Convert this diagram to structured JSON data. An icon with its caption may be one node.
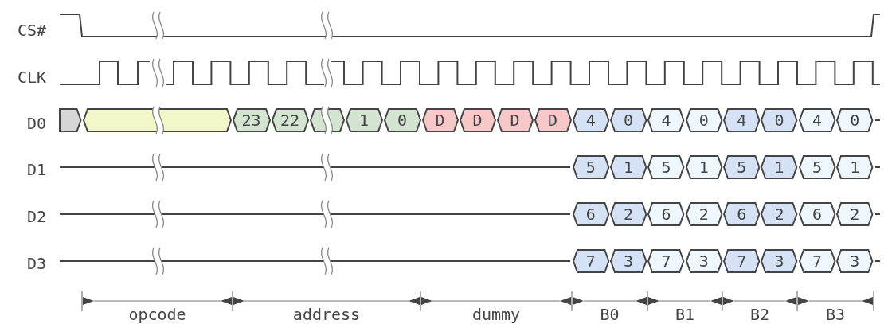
{
  "diagram": {
    "nodes": [
      {
        "text": [],
        "shape": "hexagon"
      },
      {
        "text": [],
        "shape": "hexagon"
      },
      {
        "text": [
          "23"
        ]
      },
      {
        "text": [
          "22"
        ]
      },
      {
        "text": [],
        "shape": "hexagon"
      },
      {
        "text": [
          "1"
        ]
      },
      {
        "text": [
          "0"
        ]
      },
      {
        "text": [
          "D"
        ]
      },
      {
        "text": [
          "D"
        ]
      },
      {
        "text": [
          "D"
        ]
      },
      {
        "text": [
          "D"
        ]
      },
      {
        "text": [
          "4"
        ]
      },
      {
        "text": [
          "0"
        ]
      },
      {
        "text": [
          "4"
        ]
      },
      {
        "text": [
          "0"
        ]
      },
      {
        "text": [
          "4"
        ]
      },
      {
        "text": [
          "0"
        ]
      },
      {
        "text": [
          "4"
        ]
      },
      {
        "text": [
          "0"
        ]
      },
      {
        "text": [
          "5"
        ]
      },
      {
        "text": [
          "1"
        ]
      },
      {
        "text": [
          "5"
        ]
      },
      {
        "text": [
          "1"
        ]
      },
      {
        "text": [
          "5"
        ]
      },
      {
        "text": [
          "1"
        ]
      },
      {
        "text": [
          "5"
        ]
      },
      {
        "text": [
          "1"
        ]
      },
      {
        "text": [
          "6"
        ]
      },
      {
        "text": [
          "2"
        ]
      },
      {
        "text": [
          "6"
        ]
      },
      {
        "text": [
          "2"
        ]
      },
      {
        "text": [
          "6"
        ]
      },
      {
        "text": [
          "2"
        ]
      },
      {
        "text": [
          "6"
        ]
      },
      {
        "text": [
          "2"
        ]
      },
      {
        "text": [
          "7"
        ]
      },
      {
        "text": [
          "3"
        ]
      },
      {
        "text": [
          "7"
        ]
      },
      {
        "text": [
          "3"
        ]
      },
      {
        "text": [
          "7"
        ]
      },
      {
        "text": [
          "3"
        ]
      },
      {
        "text": [
          "7"
        ]
      },
      {
        "text": [
          "3"
        ]
      }
    ],
    "labels": [
      "CS#",
      "CLK",
      "D0",
      "D1",
      "D2",
      "D3",
      "opcode",
      "address",
      "dummy",
      "B0",
      "B1",
      "B2",
      "B3"
    ]
  }
}
